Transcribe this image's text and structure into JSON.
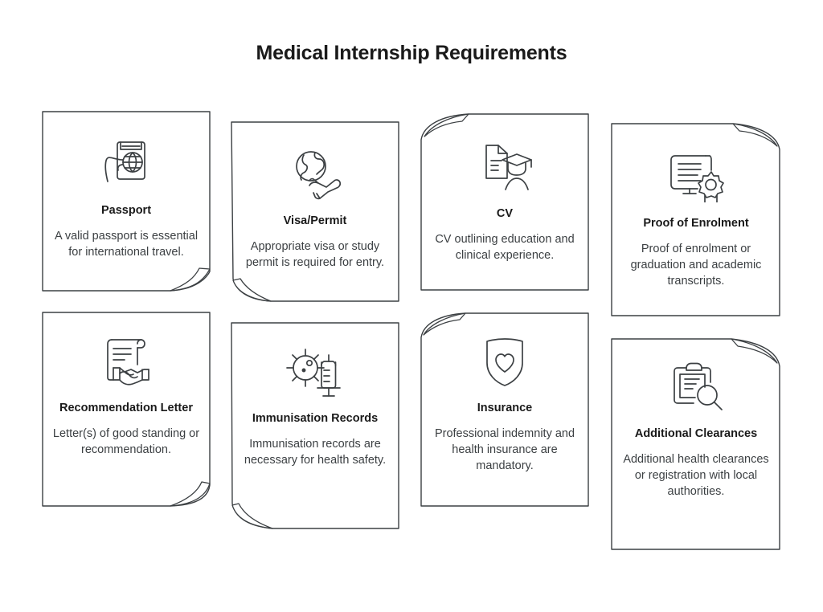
{
  "page": {
    "title": "Medical Internship Requirements",
    "background_color": "#ffffff",
    "stroke_color": "#3c4043",
    "title_color": "#1a1a1a",
    "body_text_color": "#3c4043"
  },
  "cards": [
    {
      "title": "Passport",
      "description": "A valid passport is essential for international travel.",
      "icon": "passport-hand-globe-icon",
      "curl_corner": "bottom-right"
    },
    {
      "title": "Visa/Permit",
      "description": "Appropriate visa or study permit is required for entry.",
      "icon": "globe-airplane-icon",
      "curl_corner": "bottom-left"
    },
    {
      "title": "CV",
      "description": "CV outlining education and clinical experience.",
      "icon": "document-graduate-icon",
      "curl_corner": "top-left"
    },
    {
      "title": "Proof of Enrolment",
      "description": "Proof of enrolment or graduation and academic transcripts.",
      "icon": "certificate-award-icon",
      "curl_corner": "top-right"
    },
    {
      "title": "Recommendation Letter",
      "description": "Letter(s) of good standing or recommendation.",
      "icon": "scroll-handshake-icon",
      "curl_corner": "bottom-right"
    },
    {
      "title": "Immunisation Records",
      "description": "Immunisation records are necessary for health safety.",
      "icon": "virus-syringe-icon",
      "curl_corner": "bottom-left"
    },
    {
      "title": "Insurance",
      "description": "Professional indemnity and health insurance are mandatory.",
      "icon": "shield-heart-icon",
      "curl_corner": "top-left"
    },
    {
      "title": "Additional Clearances",
      "description": "Additional health clearances or registration with local authorities.",
      "icon": "clipboard-magnifier-icon",
      "curl_corner": "top-right"
    }
  ]
}
